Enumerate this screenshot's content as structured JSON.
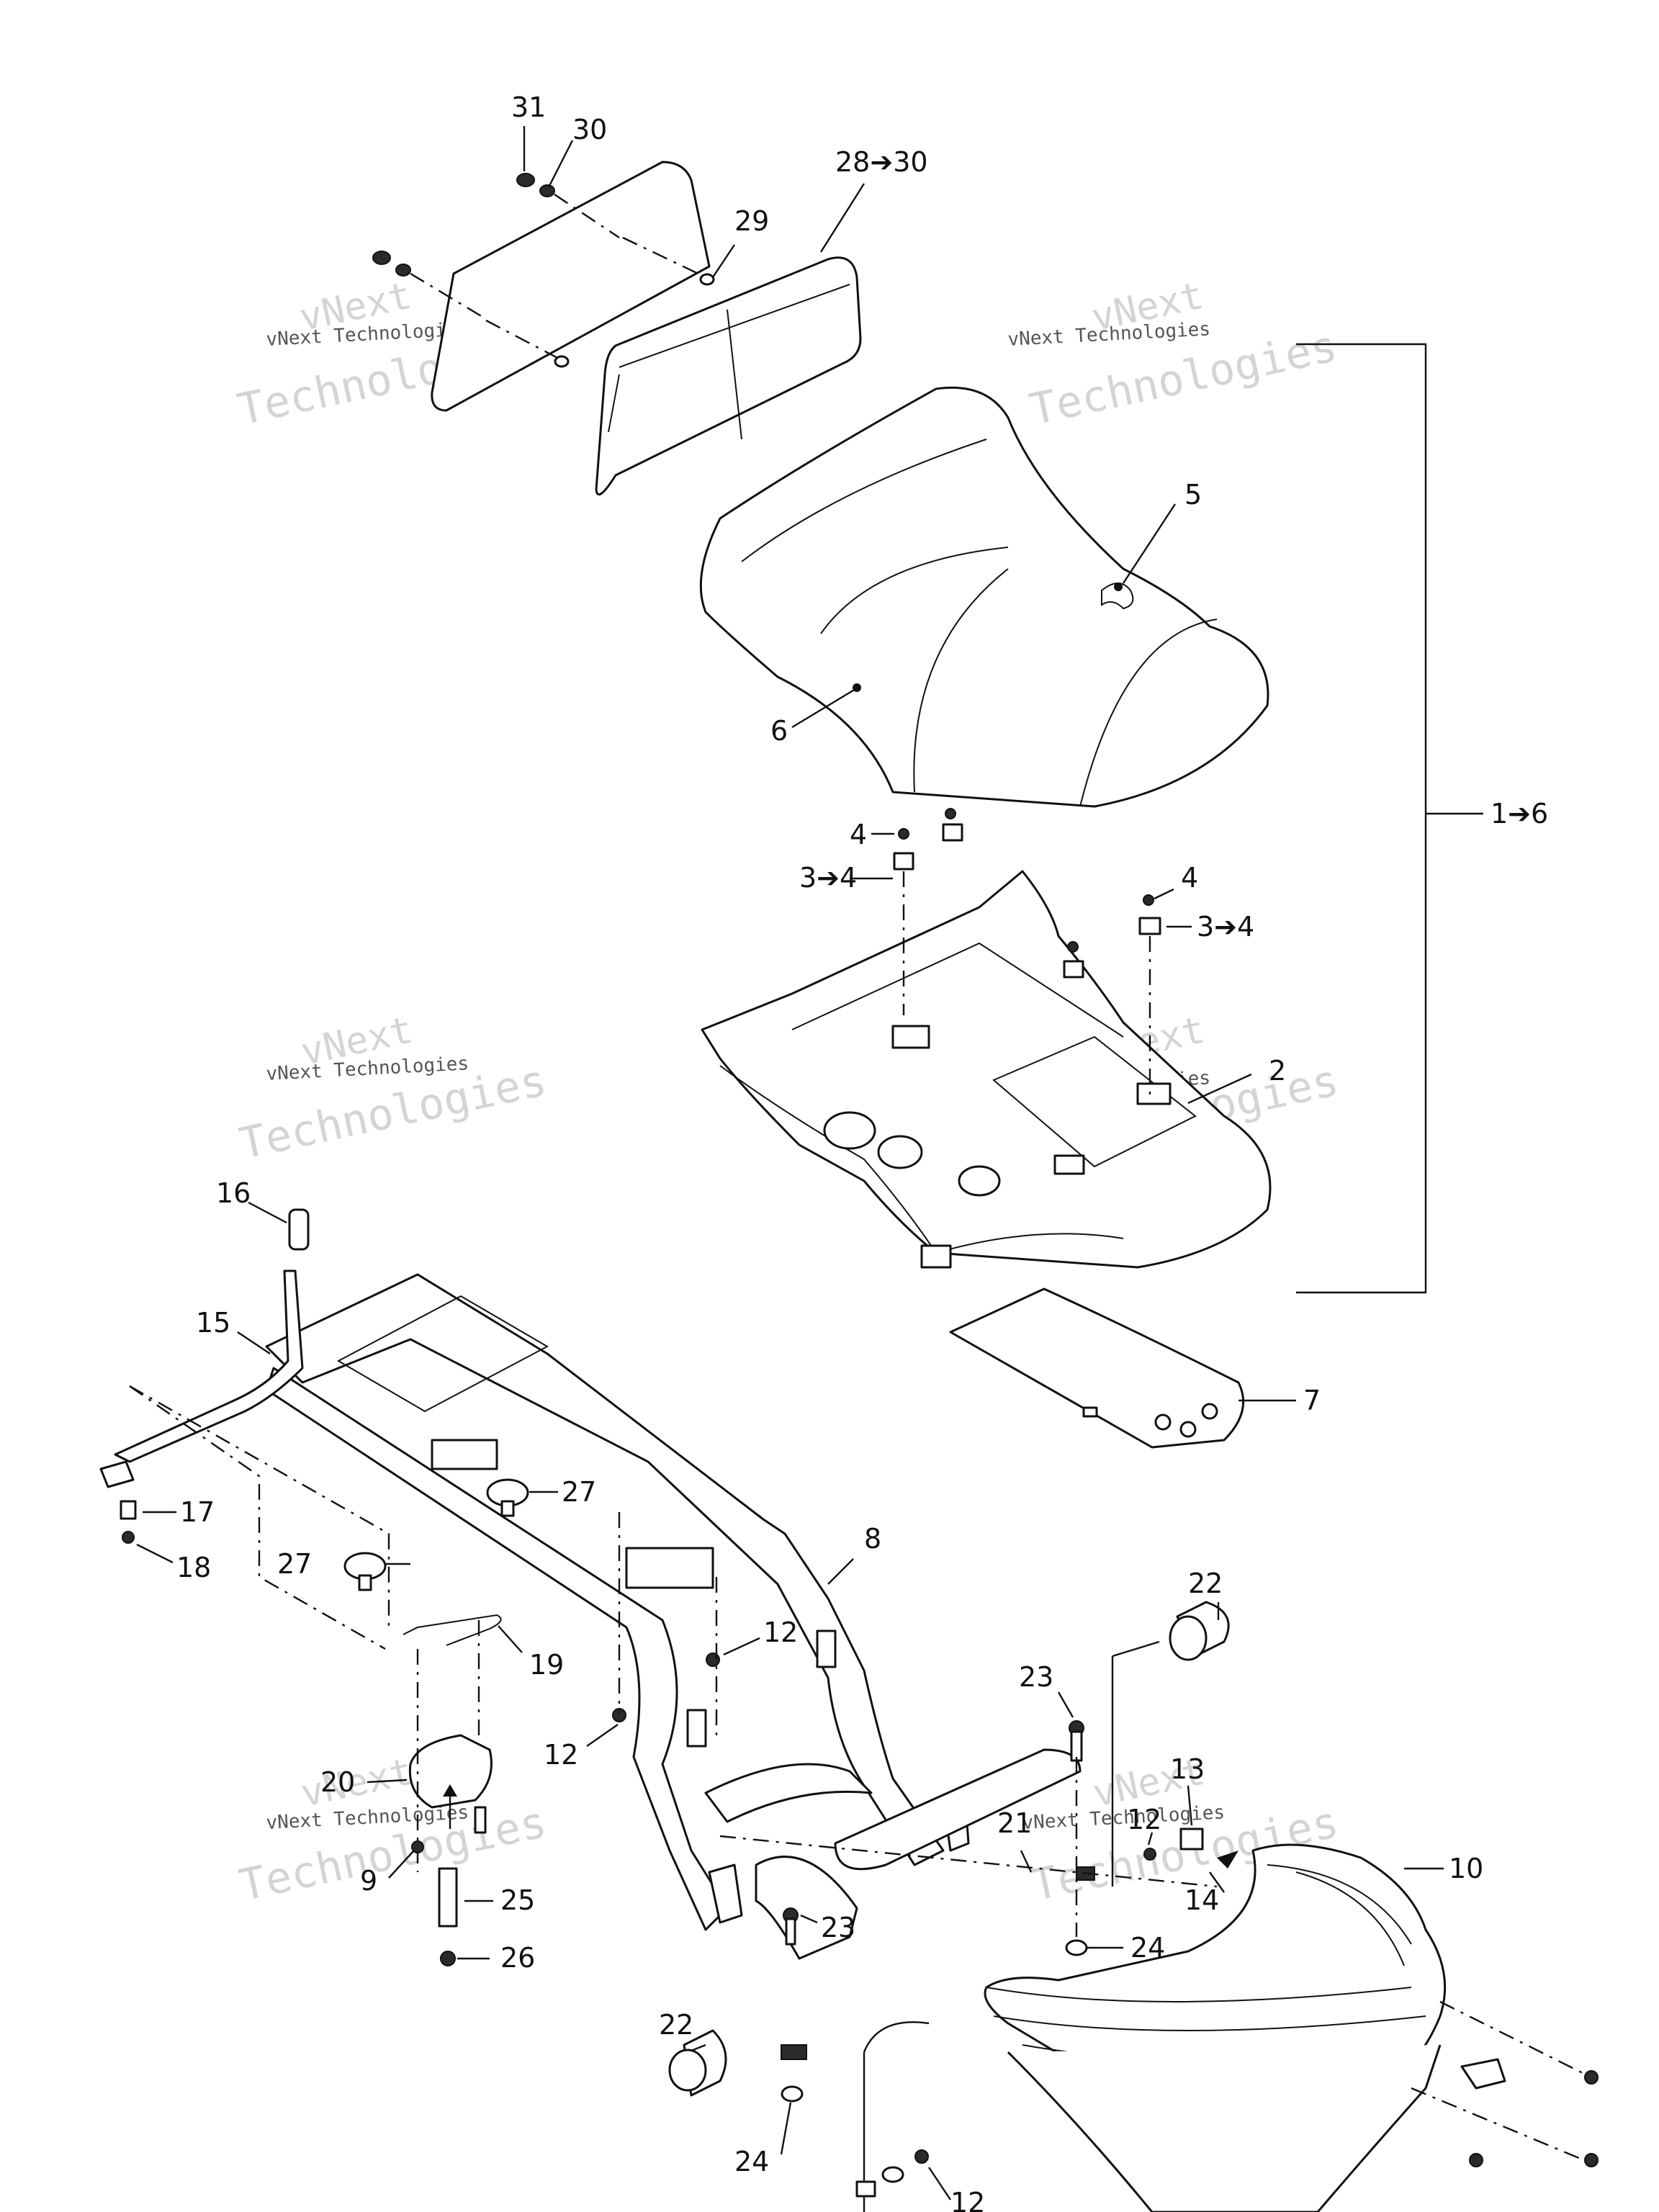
{
  "callouts": {
    "c31": "31",
    "c30": "30",
    "c28_30": "28➔30",
    "c29": "29",
    "c5": "5",
    "c6": "6",
    "c1_6": "1➔6",
    "c4a": "4",
    "c3_4a": "3➔4",
    "c4b": "4",
    "c3_4b": "3➔4",
    "c2": "2",
    "c16": "16",
    "c15": "15",
    "c7": "7",
    "c17": "17",
    "c18": "18",
    "c27a": "27",
    "c27b": "27",
    "c8": "8",
    "c19": "19",
    "c12a": "12",
    "c12b": "12",
    "c22a": "22",
    "c23a": "23",
    "c13": "13",
    "c12c": "12",
    "c21": "21",
    "c14": "14",
    "c10": "10",
    "c20": "20",
    "c9": "9",
    "c25": "25",
    "c26": "26",
    "c23b": "23",
    "c24a": "24",
    "c22b": "22",
    "c24b": "24",
    "c12d": "12"
  },
  "watermark": {
    "brand": "vNext",
    "company": "vNext Technologies",
    "big": "Technologies"
  }
}
